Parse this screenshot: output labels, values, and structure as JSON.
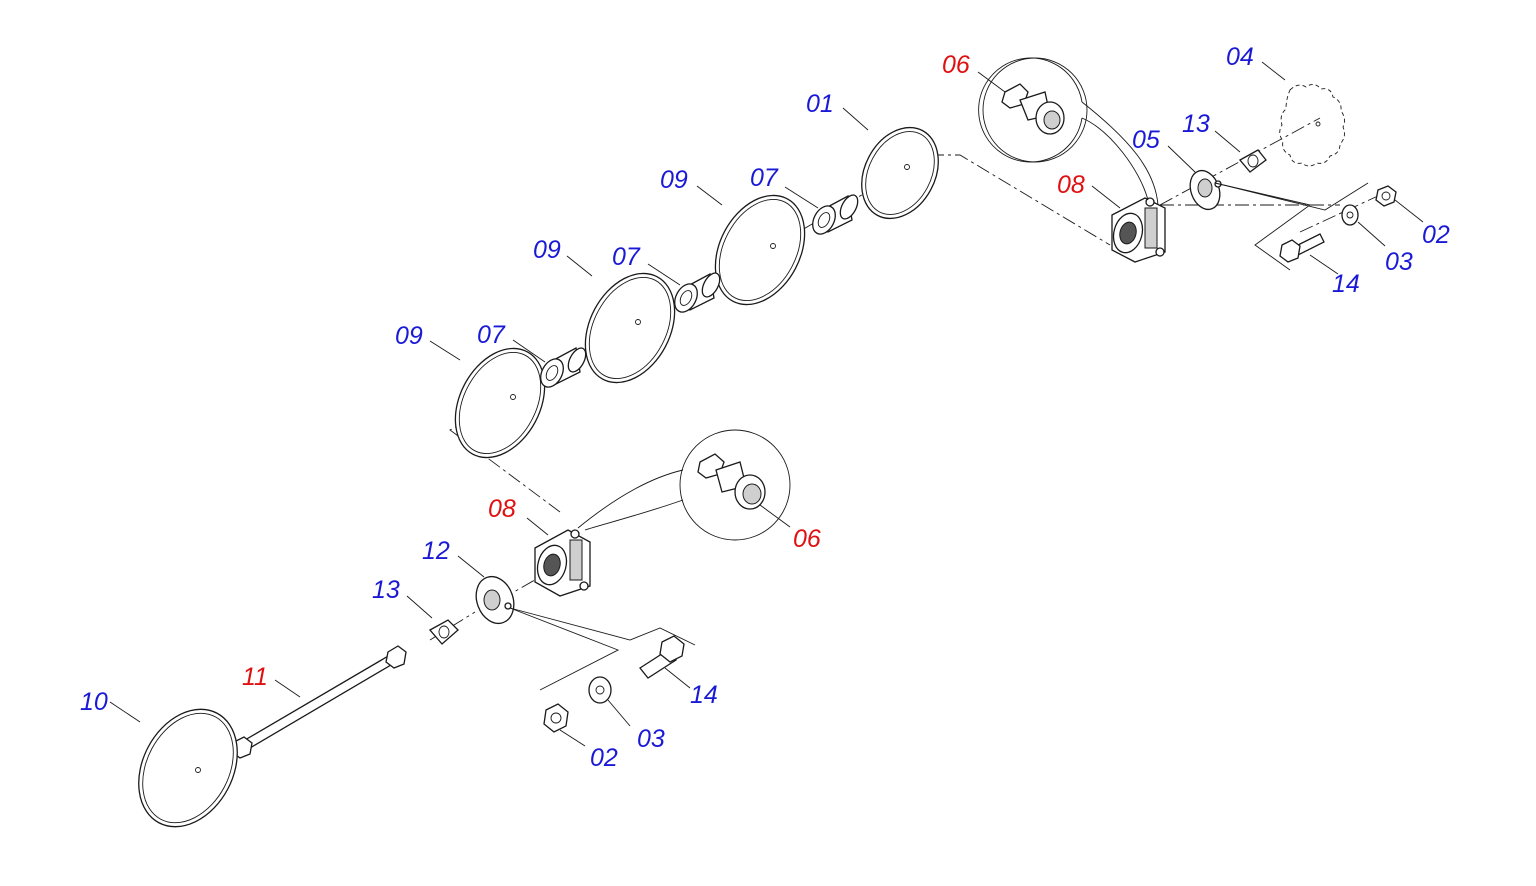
{
  "colors": {
    "callout_blue": "#1a1ad6",
    "callout_red": "#e01010",
    "line": "#1a1a1a"
  },
  "callouts": [
    {
      "id": "c01",
      "text": "01",
      "color": "blue"
    },
    {
      "id": "c02a",
      "text": "02",
      "color": "blue"
    },
    {
      "id": "c02b",
      "text": "02",
      "color": "blue"
    },
    {
      "id": "c03a",
      "text": "03",
      "color": "blue"
    },
    {
      "id": "c03b",
      "text": "03",
      "color": "blue"
    },
    {
      "id": "c04",
      "text": "04",
      "color": "blue"
    },
    {
      "id": "c05",
      "text": "05",
      "color": "blue"
    },
    {
      "id": "c06a",
      "text": "06",
      "color": "red"
    },
    {
      "id": "c06b",
      "text": "06",
      "color": "red"
    },
    {
      "id": "c07a",
      "text": "07",
      "color": "blue"
    },
    {
      "id": "c07b",
      "text": "07",
      "color": "blue"
    },
    {
      "id": "c07c",
      "text": "07",
      "color": "blue"
    },
    {
      "id": "c08a",
      "text": "08",
      "color": "red"
    },
    {
      "id": "c08b",
      "text": "08",
      "color": "red"
    },
    {
      "id": "c09a",
      "text": "09",
      "color": "blue"
    },
    {
      "id": "c09b",
      "text": "09",
      "color": "blue"
    },
    {
      "id": "c09c",
      "text": "09",
      "color": "blue"
    },
    {
      "id": "c10",
      "text": "10",
      "color": "blue"
    },
    {
      "id": "c11",
      "text": "11",
      "color": "red"
    },
    {
      "id": "c12",
      "text": "12",
      "color": "blue"
    },
    {
      "id": "c13a",
      "text": "13",
      "color": "blue"
    },
    {
      "id": "c13b",
      "text": "13",
      "color": "blue"
    },
    {
      "id": "c14a",
      "text": "14",
      "color": "blue"
    },
    {
      "id": "c14b",
      "text": "14",
      "color": "blue"
    }
  ]
}
